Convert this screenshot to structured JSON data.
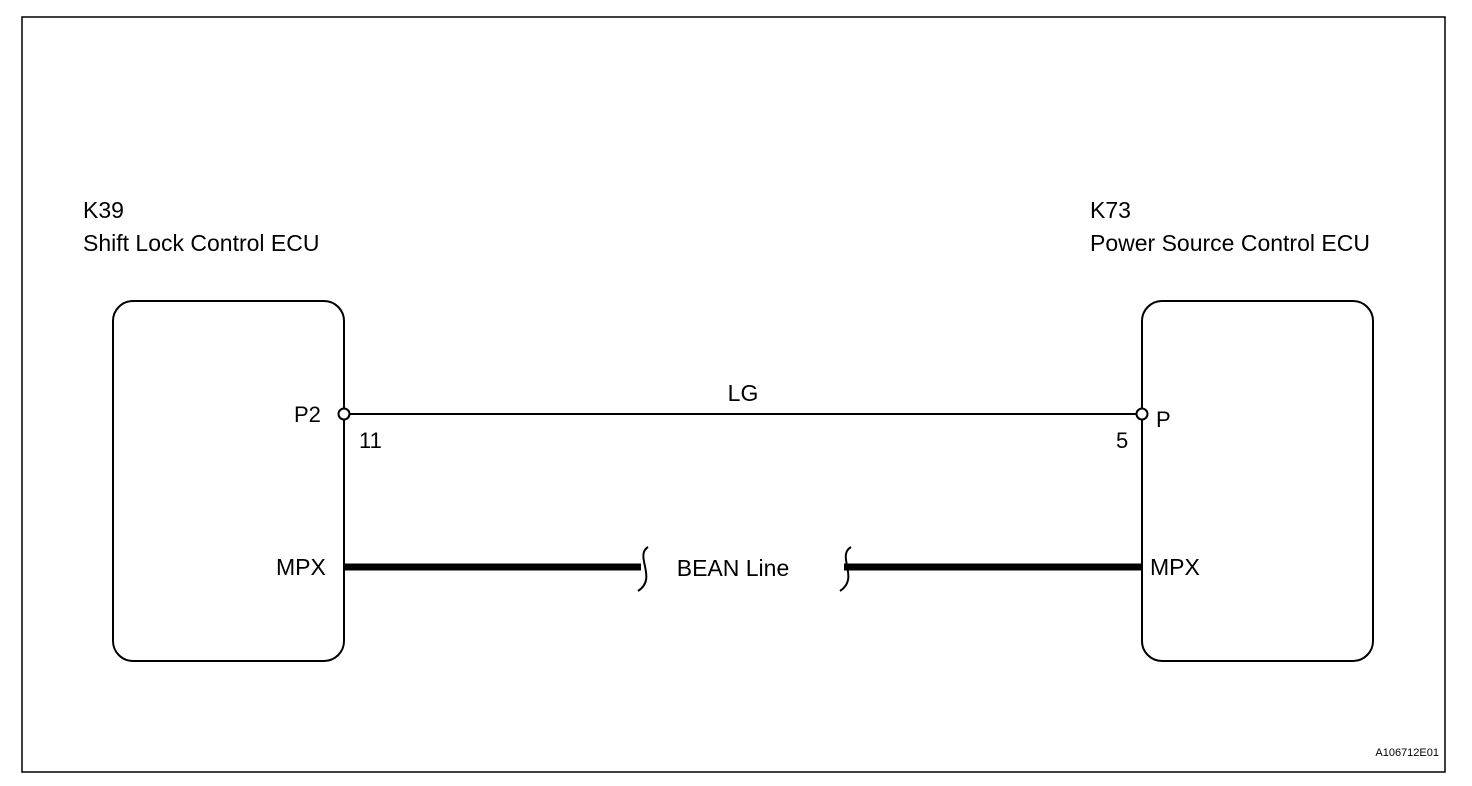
{
  "left_ecu": {
    "code": "K39",
    "name": "Shift Lock Control ECU",
    "terminal_connector": "P2",
    "terminal_pin": "11",
    "bus_terminal": "MPX"
  },
  "right_ecu": {
    "code": "K73",
    "name": "Power Source Control ECU",
    "terminal_connector": "P",
    "terminal_pin": "5",
    "bus_terminal": "MPX"
  },
  "wire": {
    "color_code": "LG"
  },
  "bus": {
    "label": "BEAN Line"
  },
  "figure_code": "A106712E01"
}
